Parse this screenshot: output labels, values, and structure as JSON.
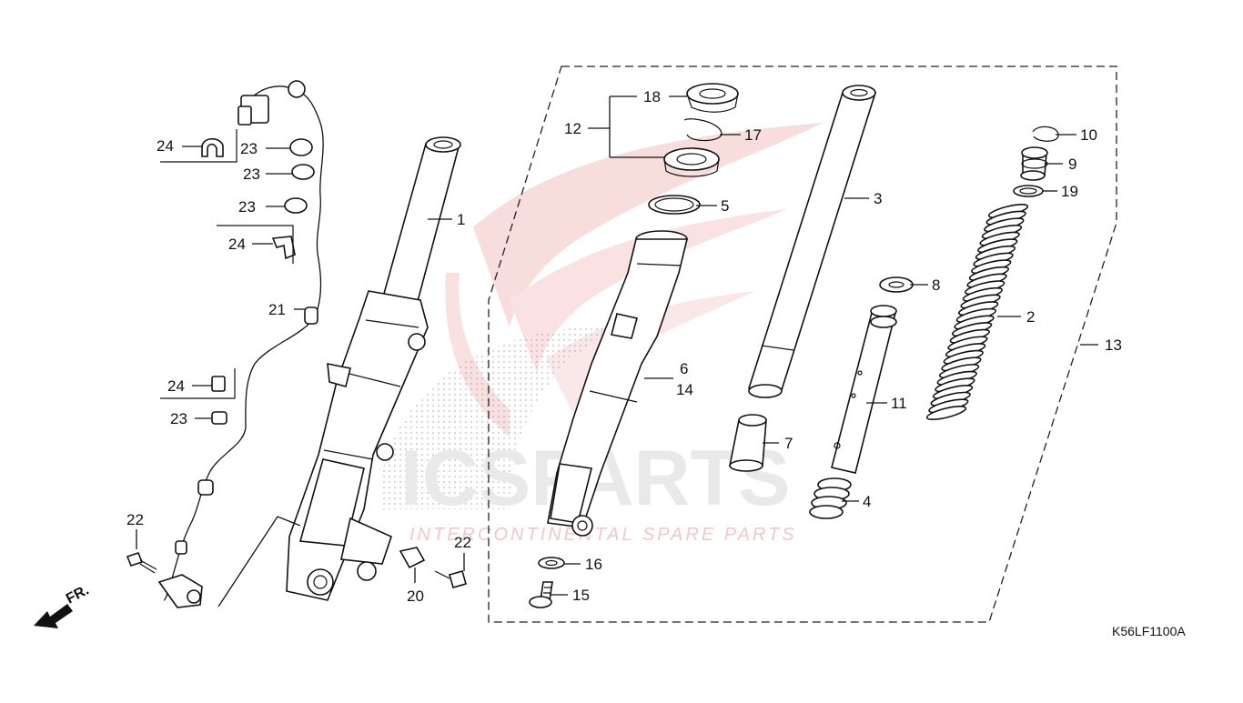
{
  "diagram": {
    "code": "K56LF1100A",
    "direction_label": "FR.",
    "labels": {
      "l1": "1",
      "l2": "2",
      "l3": "3",
      "l4": "4",
      "l5": "5",
      "l6": "6",
      "l7": "7",
      "l8": "8",
      "l9": "9",
      "l10": "10",
      "l11": "11",
      "l12": "12",
      "l13": "13",
      "l14": "14",
      "l15": "15",
      "l16": "16",
      "l17": "17",
      "l18": "18",
      "l19": "19",
      "l20": "20",
      "l21": "21",
      "l22a": "22",
      "l22b": "22",
      "l23a": "23",
      "l23b": "23",
      "l23c": "23",
      "l23d": "23",
      "l24a": "24",
      "l24b": "24",
      "l24c": "24"
    }
  },
  "watermark": {
    "brand": "ICSPARTS",
    "tagline": "INTERCONTINENTAL SPARE PARTS"
  },
  "colors": {
    "line": "#111111",
    "watermark_red": "#f3c4c4",
    "watermark_gray": "#e6e6e6"
  }
}
